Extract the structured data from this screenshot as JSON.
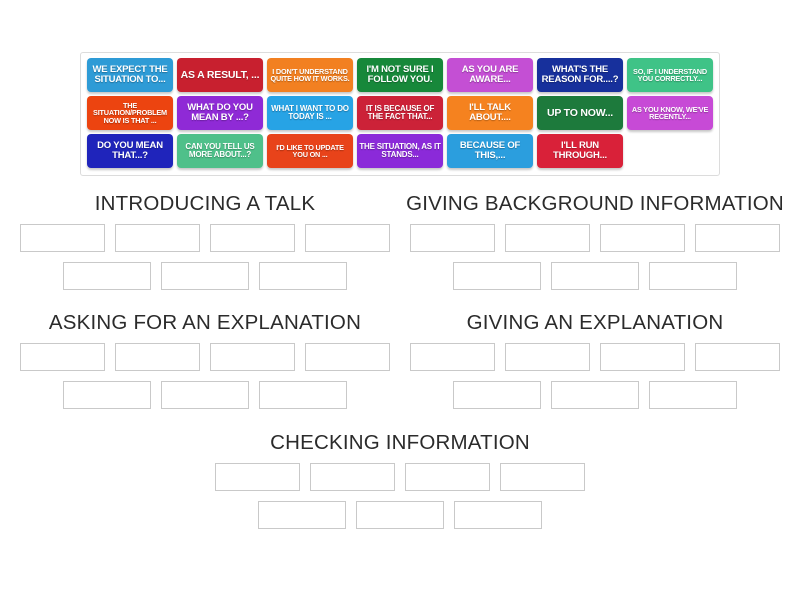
{
  "tile_bank": {
    "name": "word-tile-bank",
    "rows": [
      [
        {
          "text": "WE EXPECT THE SITUATION TO...",
          "color": "#2e9bd6",
          "size": "md"
        },
        {
          "text": "AS A RESULT, ...",
          "color": "#c8202f",
          "size": "lg"
        },
        {
          "text": "I DON'T UNDERSTAND QUITE HOW IT WORKS.",
          "color": "#f28021",
          "size": "xs"
        },
        {
          "text": "I'M NOT SURE I FOLLOW YOU.",
          "color": "#17883a",
          "size": "md"
        },
        {
          "text": "AS YOU ARE AWARE...",
          "color": "#c44fd4",
          "size": "md"
        },
        {
          "text": "WHAT'S THE REASON FOR....?",
          "color": "#17309c",
          "size": "md"
        },
        {
          "text": "SO, IF I UNDERSTAND YOU CORRECTLY...",
          "color": "#3fc387",
          "size": "xs"
        }
      ],
      [
        {
          "text": "THE SITUATION/PROBLEM NOW IS THAT ...",
          "color": "#ec4410",
          "size": "xs"
        },
        {
          "text": "WHAT DO YOU MEAN BY ...?",
          "color": "#8f2ad6",
          "size": "md"
        },
        {
          "text": "WHAT I WANT TO DO TODAY IS ...",
          "color": "#27a3e5",
          "size": "sm"
        },
        {
          "text": "IT IS BECAUSE OF THE FACT THAT...",
          "color": "#cc2238",
          "size": "sm"
        },
        {
          "text": "I'LL TALK ABOUT....",
          "color": "#f5821f",
          "size": "md"
        },
        {
          "text": "UP TO NOW...",
          "color": "#1d7a3c",
          "size": "lg"
        },
        {
          "text": "AS YOU KNOW, WE'VE RECENTLY...",
          "color": "#c74ad6",
          "size": "xs"
        }
      ],
      [
        {
          "text": "DO YOU MEAN THAT...?",
          "color": "#1f24bb",
          "size": "md"
        },
        {
          "text": "CAN YOU TELL US MORE ABOUT...?",
          "color": "#4fc08a",
          "size": "sm"
        },
        {
          "text": "I'D LIKE TO UPDATE YOU ON ...",
          "color": "#e8431a",
          "size": "xs"
        },
        {
          "text": "THE SITUATION, AS IT STANDS...",
          "color": "#8b2ad9",
          "size": "sm"
        },
        {
          "text": "BECAUSE OF THIS,...",
          "color": "#2b9ede",
          "size": "md"
        },
        {
          "text": "I'LL RUN THROUGH...",
          "color": "#d92139",
          "size": "md"
        },
        {
          "text": "",
          "color": "",
          "size": "md",
          "empty": true
        }
      ]
    ]
  },
  "categories": [
    {
      "title": "INTRODUCING A TALK",
      "zones_row1": 4,
      "zones_row2": 3
    },
    {
      "title": "GIVING BACKGROUND INFORMATION",
      "zones_row1": 4,
      "zones_row2": 3
    },
    {
      "title": "ASKING FOR AN EXPLANATION",
      "zones_row1": 4,
      "zones_row2": 3
    },
    {
      "title": "GIVING AN EXPLANATION",
      "zones_row1": 4,
      "zones_row2": 3
    },
    {
      "title": "CHECKING INFORMATION",
      "zones_row1": 4,
      "zones_row2": 3
    }
  ]
}
